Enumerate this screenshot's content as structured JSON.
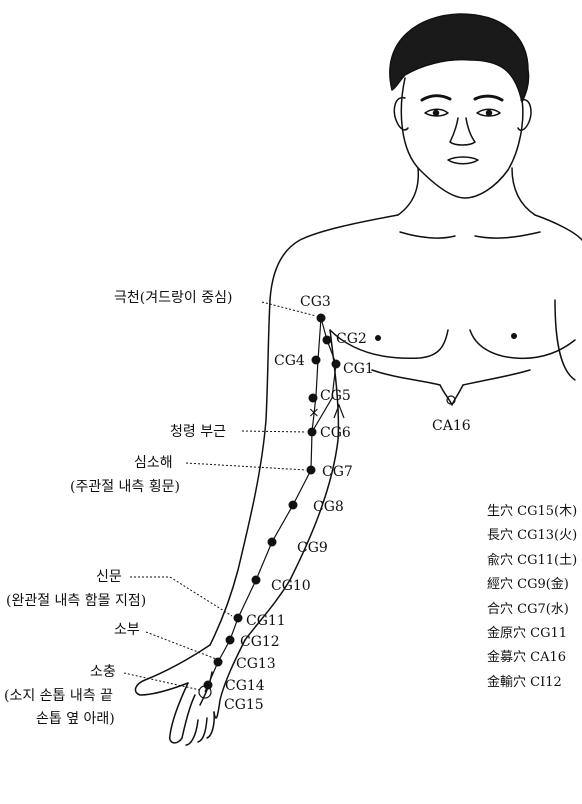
{
  "points": {
    "cg1": "CG1",
    "cg2": "CG2",
    "cg3": "CG3",
    "cg4": "CG4",
    "cg5": "CG5",
    "cg6": "CG6",
    "cg7": "CG7",
    "cg8": "CG8",
    "cg9": "CG9",
    "cg10": "CG10",
    "cg11": "CG11",
    "cg12": "CG12",
    "cg13": "CG13",
    "cg14": "CG14",
    "cg15": "CG15",
    "ca16": "CA16"
  },
  "annotations": {
    "geukcheon": "극천(겨드랑이 중심)",
    "cheongryeong": "청령 부근",
    "simsohae_1": "심소해",
    "simsohae_2": "(주관절 내측 횡문)",
    "sinmun_1": "신문",
    "sinmun_2": "(완관절 내측 함몰 지점)",
    "sobu": "소부",
    "socheung_1": "소충",
    "socheung_2": "(소지 손톱 내측 끝",
    "socheung_3": "손톱 옆 아래)"
  },
  "legend": [
    "生穴 CG15(木)",
    "長穴 CG13(火)",
    "兪穴 CG11(土)",
    "經穴 CG9(金)",
    "合穴 CG7(水)",
    "金原穴 CG11",
    "金募穴 CA16",
    "金輸穴 CI12"
  ],
  "colors": {
    "ink": "#111111",
    "background": "#ffffff"
  }
}
